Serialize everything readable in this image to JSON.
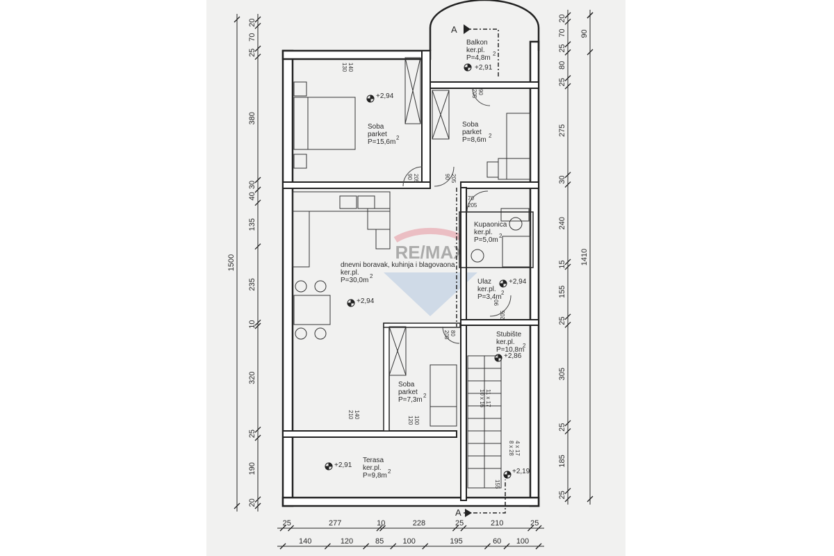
{
  "rooms": {
    "soba1": {
      "name": "Soba",
      "floor": "parket",
      "area": "P=15,6m",
      "sup": "2",
      "level": "+2,94"
    },
    "soba2": {
      "name": "Soba",
      "floor": "parket",
      "area": "P=8,6m",
      "sup": "2"
    },
    "balkon": {
      "name": "Balkon",
      "floor": "ker.pl.",
      "area": "P=4,8m",
      "sup": "2",
      "level": "+2,91"
    },
    "kupaonica": {
      "name": "Kupaonica",
      "floor": "ker.pl.",
      "area": "P=5,0m",
      "sup": "2"
    },
    "dnevni": {
      "name": "dnevni boravak, kuhinja i blagovaona",
      "floor": "ker.pl.",
      "area": "P=30,0m",
      "sup": "2",
      "level": "+2,94"
    },
    "ulaz": {
      "name": "Ulaz",
      "floor": "ker.pl.",
      "area": "P=3,4m",
      "sup": "2",
      "level": "+2,94"
    },
    "stubiste": {
      "name": "Stubište",
      "floor": "ker.pl.",
      "area": "P=10,8m",
      "sup": "2",
      "level": "+2,86"
    },
    "soba3": {
      "name": "Soba",
      "floor": "parket",
      "area": "P=7,3m",
      "sup": "2"
    },
    "terasa": {
      "name": "Terasa",
      "floor": "ker.pl.",
      "area": "P=9,8m",
      "sup": "2",
      "level": "+2,91"
    },
    "stair_level": "+2,19"
  },
  "section_marker": "A",
  "dims": {
    "left_total": "1500",
    "left_chain": [
      "20",
      "70",
      "25",
      "380",
      "30",
      "40",
      "135",
      "235",
      "10",
      "320",
      "25",
      "190",
      "20"
    ],
    "right_total": "1410",
    "right_outer": "90",
    "right_chain": [
      "20",
      "70",
      "25",
      "80",
      "25",
      "275",
      "30",
      "240",
      "15",
      "155",
      "25",
      "305",
      "25",
      "185",
      "25"
    ],
    "bottom1": [
      "25",
      "277",
      "10",
      "228",
      "25",
      "210",
      "25"
    ],
    "bottom2": [
      "140",
      "120",
      "85",
      "100",
      "195",
      "60",
      "100"
    ]
  },
  "openings": {
    "win_top_w": "140",
    "win_top_h": "130",
    "door_balkon_w": "90",
    "door_balkon_h": "205",
    "door_soba1_w": "90",
    "door_soba1_h": "205",
    "door_soba2_w": "90",
    "door_soba2_h": "205",
    "door_kup_w": "70",
    "door_kup_h": "205",
    "door_ulaz_w": "90",
    "door_ulaz_h": "205",
    "door_soba3_w": "80",
    "door_soba3_h": "205",
    "win_terasa_w": "140",
    "win_terasa_h": "210",
    "win_soba3_w": "100",
    "win_soba3_h": "120",
    "stair_note1": "10 x 16",
    "stair_note2": "11 x 17",
    "stair_note3": "8 x 28",
    "stair_note4": "4 x 17",
    "stair_note5": "155"
  },
  "watermark": "RE/MAX"
}
